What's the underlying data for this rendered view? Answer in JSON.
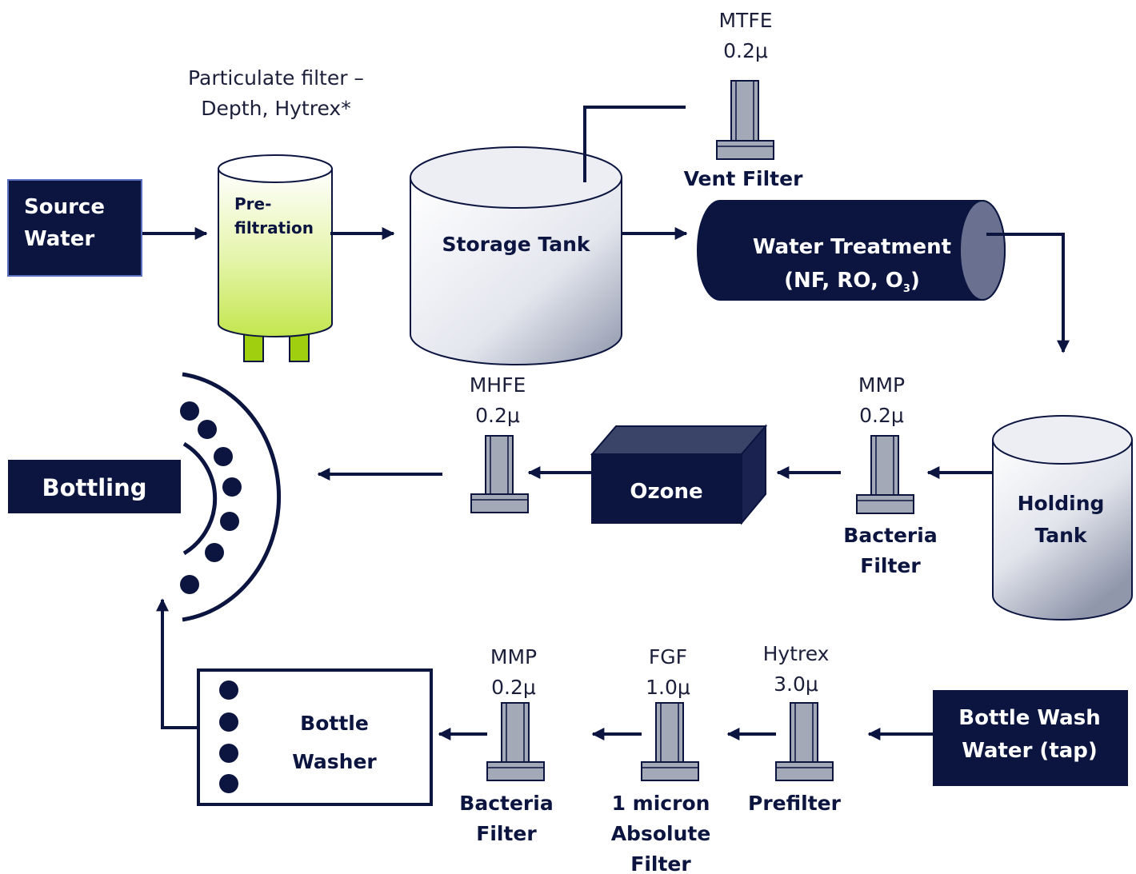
{
  "colors": {
    "navy": "#0b1540",
    "filter_gray": "#a4a9b7",
    "prefilter_green": "#c8ea5a",
    "leg_green": "#9fcf0e"
  },
  "source_water": {
    "line1": "Source",
    "line2": "Water"
  },
  "prefilter": {
    "caption_line1": "Particulate filter –",
    "caption_line2": "Depth, Hytrex*",
    "label_line1": "Pre-",
    "label_line2": "filtration"
  },
  "storage_tank": {
    "label": "Storage Tank"
  },
  "vent_filter": {
    "code": "MTFE",
    "rating": "0.2μ",
    "label": "Vent Filter"
  },
  "water_treatment": {
    "line1": "Water Treatment",
    "line2_main": "(NF, RO, O",
    "line2_sub": "3",
    "line2_end": ")"
  },
  "holding_tank": {
    "line1": "Holding",
    "line2": "Tank"
  },
  "bacteria_filter_top": {
    "code": "MMP",
    "rating": "0.2μ",
    "line1": "Bacteria",
    "line2": "Filter"
  },
  "ozone": {
    "label": "Ozone"
  },
  "mhfe_filter": {
    "code": "MHFE",
    "rating": "0.2μ"
  },
  "bottling": {
    "label": "Bottling"
  },
  "bottle_wash_water": {
    "line1": "Bottle Wash",
    "line2": "Water (tap)"
  },
  "prefilter_bottom": {
    "code": "Hytrex",
    "rating": "3.0μ",
    "label": "Prefilter"
  },
  "absolute_filter": {
    "code": "FGF",
    "rating": "1.0μ",
    "line1": "1 micron",
    "line2": "Absolute",
    "line3": "Filter"
  },
  "bacteria_filter_bottom": {
    "code": "MMP",
    "rating": "0.2μ",
    "line1": "Bacteria",
    "line2": "Filter"
  },
  "bottle_washer": {
    "line1": "Bottle",
    "line2": "Washer"
  }
}
